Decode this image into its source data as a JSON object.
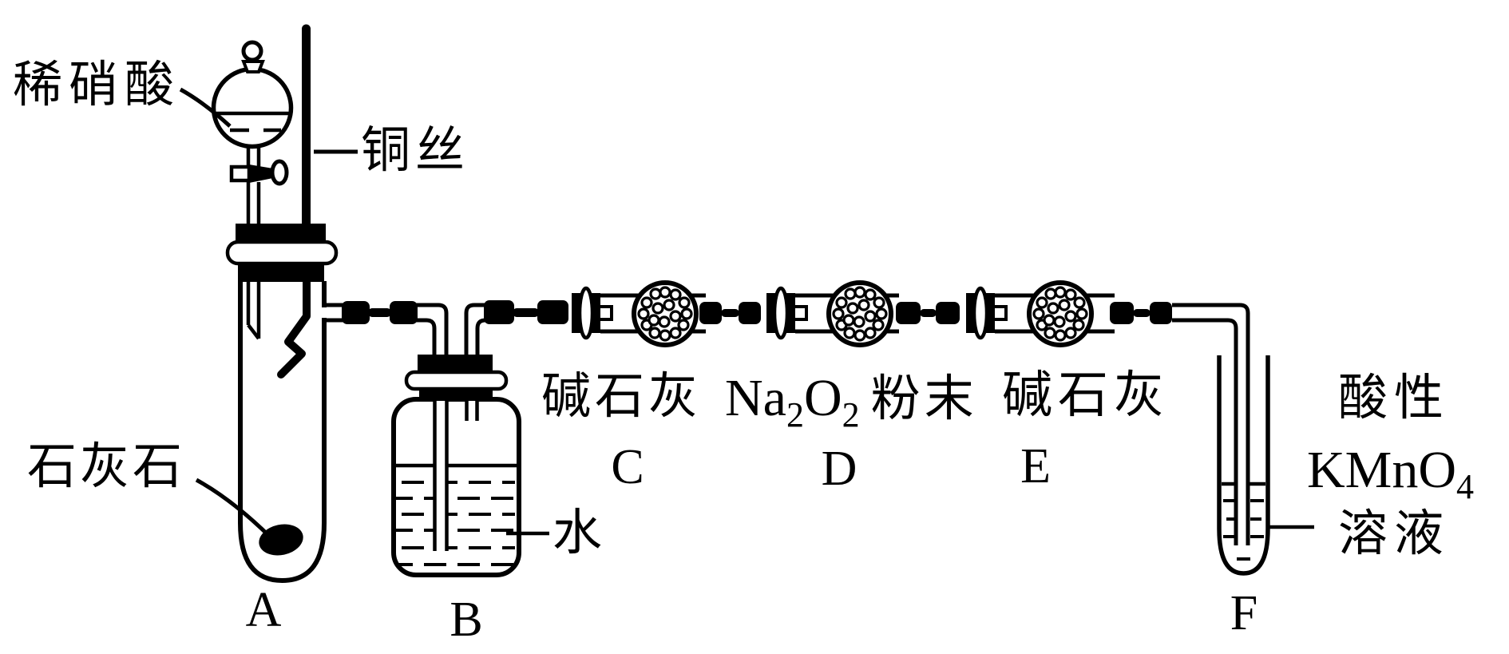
{
  "diagram": {
    "annotations": {
      "dilute_nitric_acid": "稀硝酸",
      "copper_wire": "铜丝",
      "limestone": "石灰石",
      "water": "水",
      "soda_lime_c": "碱石灰",
      "na2o2_powder": {
        "el1": "Na",
        "n1": "2",
        "el2": "O",
        "n2": "2",
        "powder": "粉末"
      },
      "soda_lime_e": "碱石灰",
      "kmno4": {
        "acidic": "酸性",
        "formula_base": "KMnO",
        "formula_sub": "4",
        "solution": "溶液"
      }
    },
    "part_letters": {
      "A": "A",
      "B": "B",
      "C": "C",
      "D": "D",
      "E": "E",
      "F": "F"
    }
  }
}
